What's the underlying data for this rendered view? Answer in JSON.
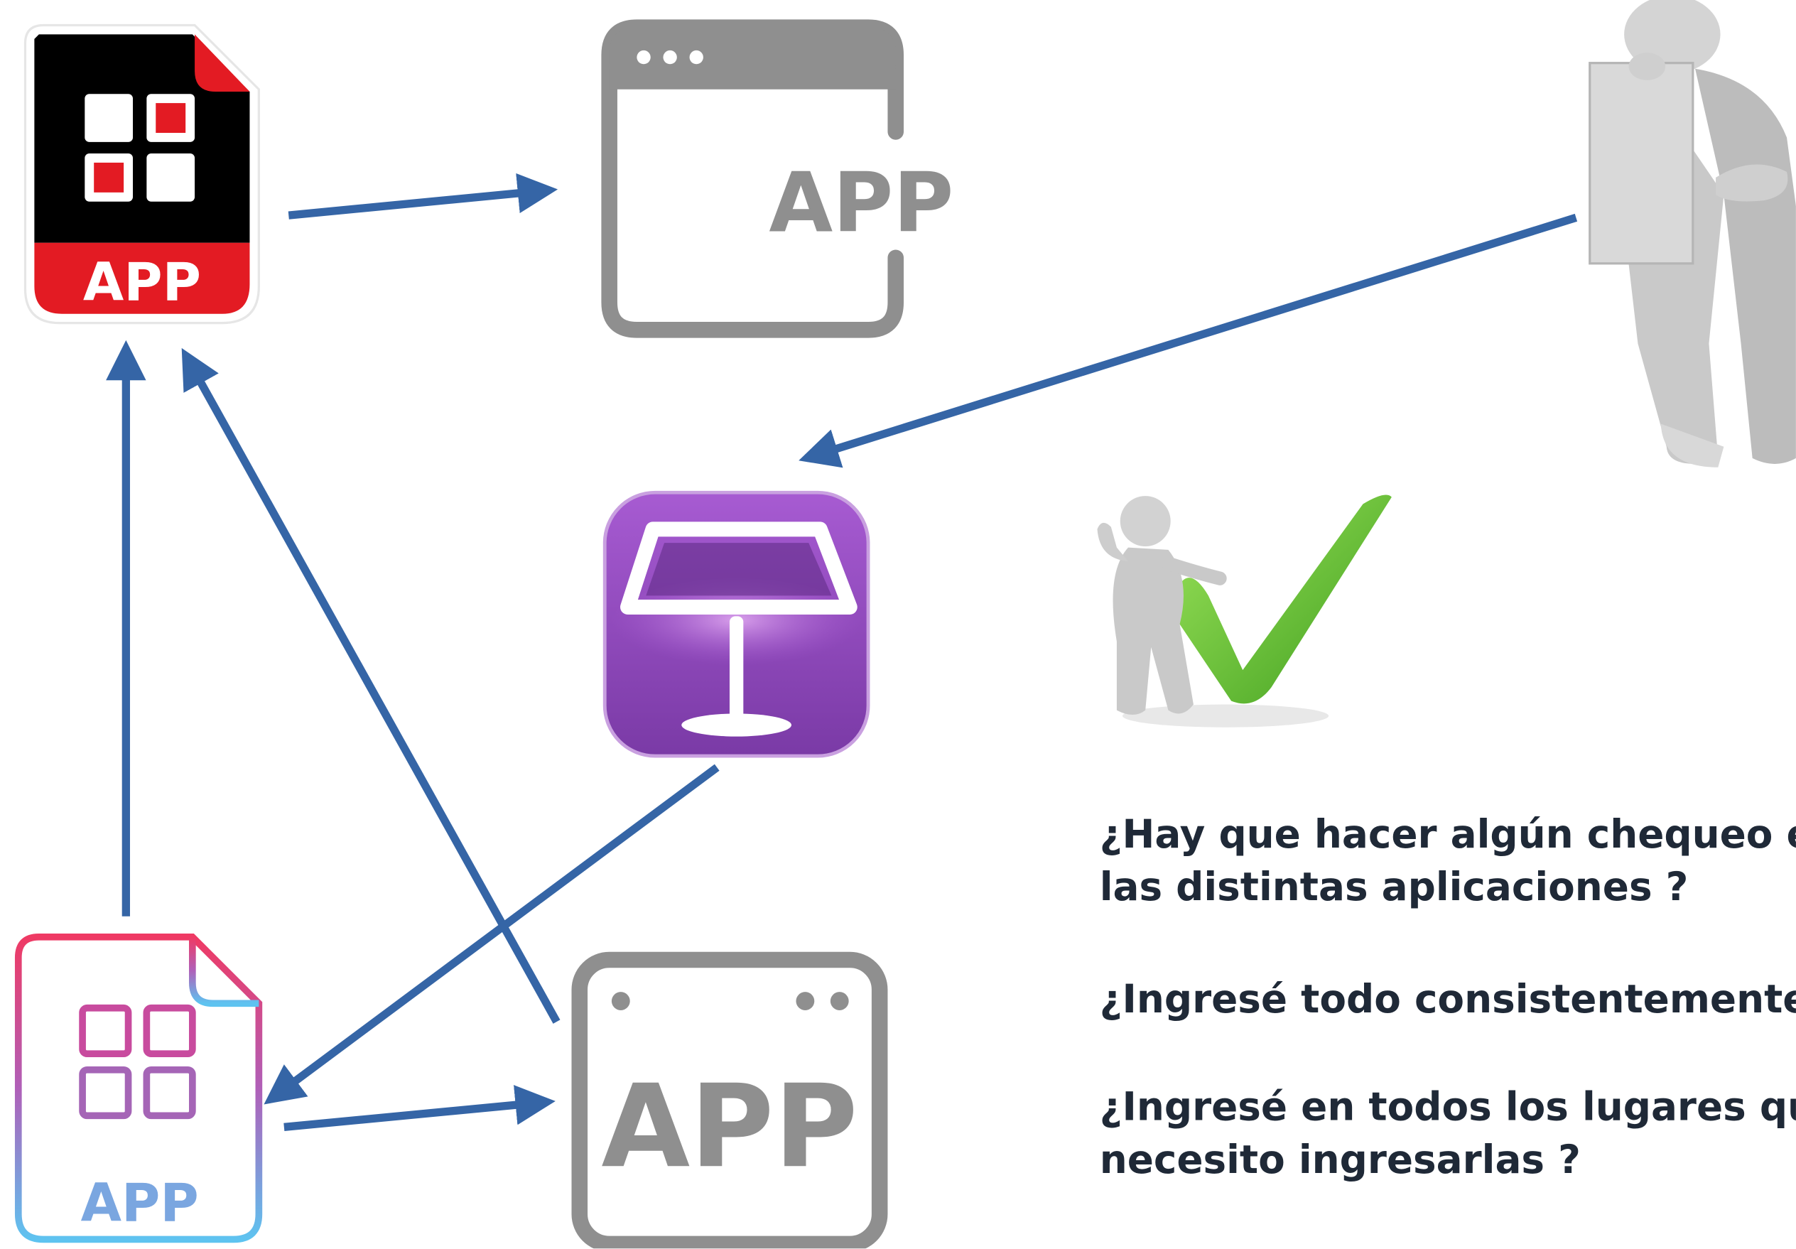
{
  "icons": {
    "app_file_red": {
      "label": "APP",
      "accent": "#e31b23",
      "dark": "#000000"
    },
    "app_window_top": {
      "label": "APP",
      "color": "#8f8f8f"
    },
    "app_file_gradient": {
      "label": "APP",
      "gradient_top": "#ef3a64",
      "gradient_bottom": "#5ec3f0"
    },
    "app_window_bottom": {
      "label": "APP",
      "color": "#8f8f8f"
    },
    "keynote": {
      "color_top": "#a25ad0",
      "color_bottom": "#7d3aa8"
    }
  },
  "arrow_color": "#3565a6",
  "questions": {
    "q1_line1": "¿Hay que hacer algún chequeo e",
    "q1_line2": "las distintas aplicaciones ?",
    "q2_line1": "¿Ingresé todo consistentemente",
    "q3_line1": "¿Ingresé en todos los lugares qu",
    "q3_line2": "necesito ingresarlas ?"
  }
}
